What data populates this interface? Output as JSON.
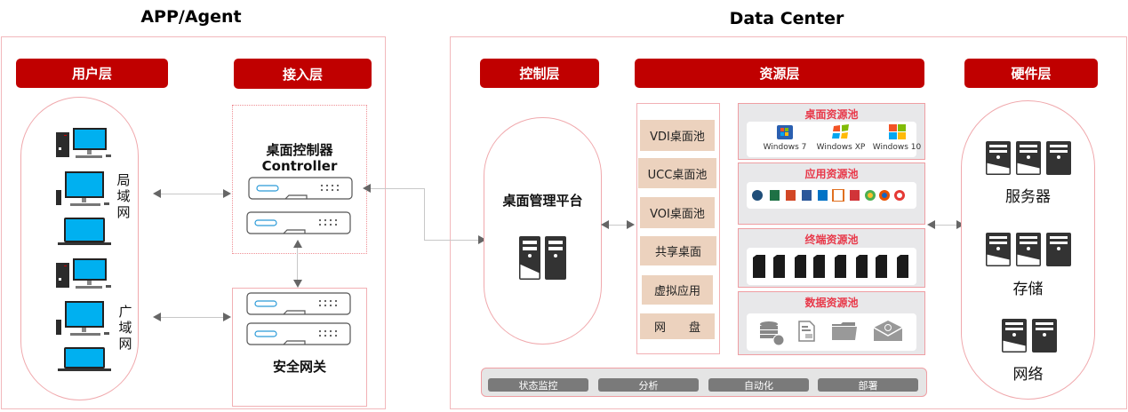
{
  "sections": {
    "left_title": "APP/Agent",
    "right_title": "Data Center"
  },
  "layers": {
    "user": "用户层",
    "access": "接入层",
    "control": "控制层",
    "resource": "资源层",
    "hardware": "硬件层"
  },
  "user_layer": {
    "lan_label": "局域网",
    "wan_label": "广域网"
  },
  "access_layer": {
    "controller_title_cn": "桌面控制器",
    "controller_title_en": "Controller",
    "gateway_label": "安全网关"
  },
  "control_layer": {
    "platform_label": "桌面管理平台"
  },
  "resource_layer": {
    "pools": [
      "VDI桌面池",
      "UCC桌面池",
      "VOI桌面池",
      "共享桌面",
      "虚拟应用",
      "网　　盘"
    ],
    "desktop_pool": {
      "title": "桌面资源池",
      "os": [
        "Windows 7",
        "Windows XP",
        "Windows 10"
      ]
    },
    "app_pool": {
      "title": "应用资源池",
      "icon_colors": [
        "#1f4e79",
        "#1e7145",
        "#d24726",
        "#2b579a",
        "#0072c6",
        "#e07020",
        "#d13438",
        "#4caf50",
        "#e65100",
        "#e53935"
      ]
    },
    "terminal_pool": {
      "title": "终端资源池",
      "terminal_count": 8
    },
    "data_pool": {
      "title": "数据资源池"
    }
  },
  "hardware_layer": {
    "server_label": "服务器",
    "storage_label": "存储",
    "network_label": "网络"
  },
  "bottom_bar": {
    "items": [
      "状态监控",
      "分析",
      "自动化",
      "部署"
    ]
  },
  "colors": {
    "accent": "#c00000",
    "frame_border": "#f2b8bc",
    "pool_item_bg": "#ecd2be",
    "pool_title": "#e8394a",
    "monitor_screen": "#00b0f0"
  }
}
